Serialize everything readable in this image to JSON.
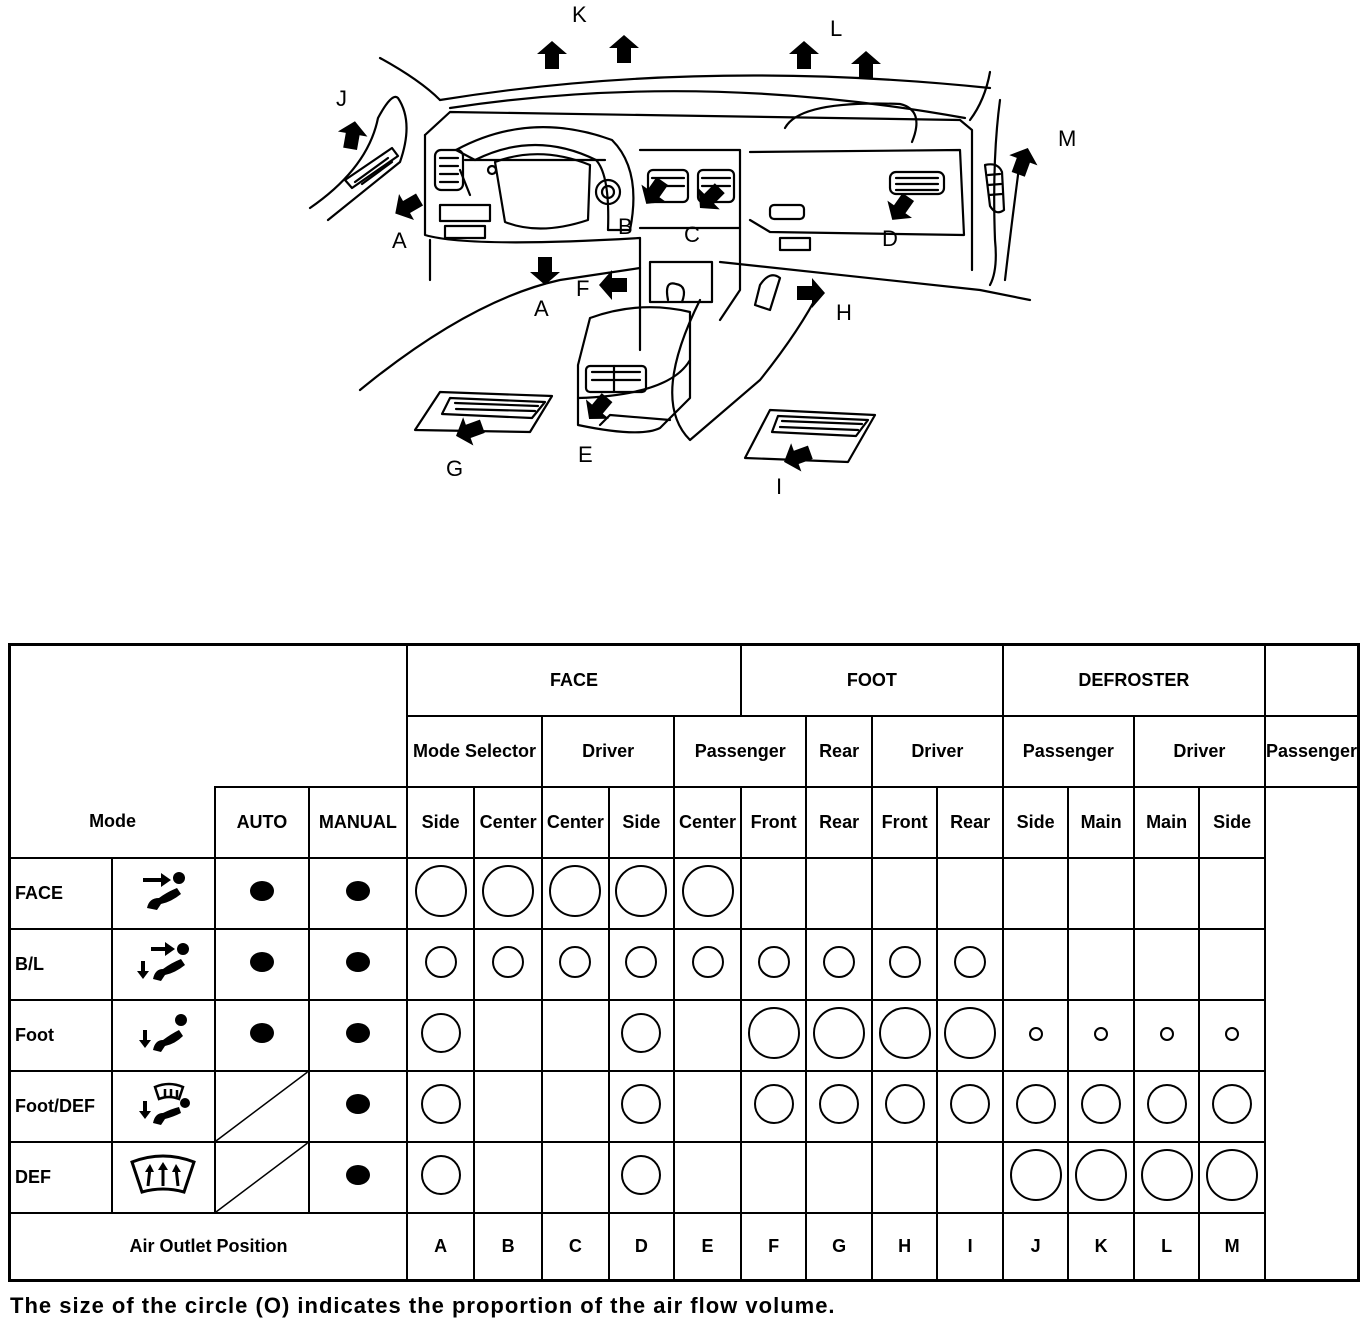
{
  "diagram": {
    "outlet_labels": [
      "A",
      "B",
      "C",
      "D",
      "A",
      "F",
      "H",
      "E",
      "G",
      "I",
      "J",
      "K",
      "L",
      "M"
    ]
  },
  "table": {
    "header": {
      "groups": [
        "FACE",
        "FOOT",
        "DEFROSTER"
      ],
      "mode_selector": "Mode Selector",
      "subgroups": [
        "Driver",
        "Passenger",
        "Rear",
        "Driver",
        "Passenger",
        "Driver",
        "Passenger"
      ],
      "mode": "Mode",
      "auto": "AUTO",
      "manual": "MANUAL",
      "columns": [
        "Side",
        "Center",
        "Center",
        "Side",
        "Center",
        "Front",
        "Rear",
        "Front",
        "Rear",
        "Side",
        "Main",
        "Main",
        "Side"
      ]
    },
    "rows": [
      {
        "name": "FACE",
        "icon": "face-mode-icon",
        "auto": true,
        "manual": true,
        "cells": [
          "xl",
          "xl",
          "xl",
          "xl",
          "xl",
          "",
          "",
          "",
          "",
          "",
          "",
          "",
          ""
        ]
      },
      {
        "name": "B/L",
        "icon": "bilevel-mode-icon",
        "auto": true,
        "manual": true,
        "cells": [
          "sm",
          "sm",
          "sm",
          "sm",
          "sm",
          "sm",
          "sm",
          "sm",
          "sm",
          "",
          "",
          "",
          ""
        ]
      },
      {
        "name": "Foot",
        "icon": "foot-mode-icon",
        "auto": true,
        "manual": true,
        "cells": [
          "md",
          "",
          "",
          "md",
          "",
          "xl",
          "xl",
          "xl",
          "xl",
          "xs",
          "xs",
          "xs",
          "xs"
        ]
      },
      {
        "name": "Foot/DEF",
        "icon": "foot-def-mode-icon",
        "auto": false,
        "manual": true,
        "cells": [
          "md",
          "",
          "",
          "md",
          "",
          "md",
          "md",
          "md",
          "md",
          "md",
          "md",
          "md",
          "md"
        ]
      },
      {
        "name": "DEF",
        "icon": "defrost-mode-icon",
        "auto": false,
        "manual": true,
        "cells": [
          "md",
          "",
          "",
          "md",
          "",
          "",
          "",
          "",
          "",
          "xl",
          "xl",
          "xl",
          "xl"
        ]
      }
    ],
    "footer": {
      "label": "Air Outlet Position",
      "positions": [
        "A",
        "B",
        "C",
        "D",
        "E",
        "F",
        "G",
        "H",
        "I",
        "J",
        "K",
        "L",
        "M"
      ]
    }
  },
  "footnote": "The size of the circle (O) indicates the proportion of the air flow volume."
}
